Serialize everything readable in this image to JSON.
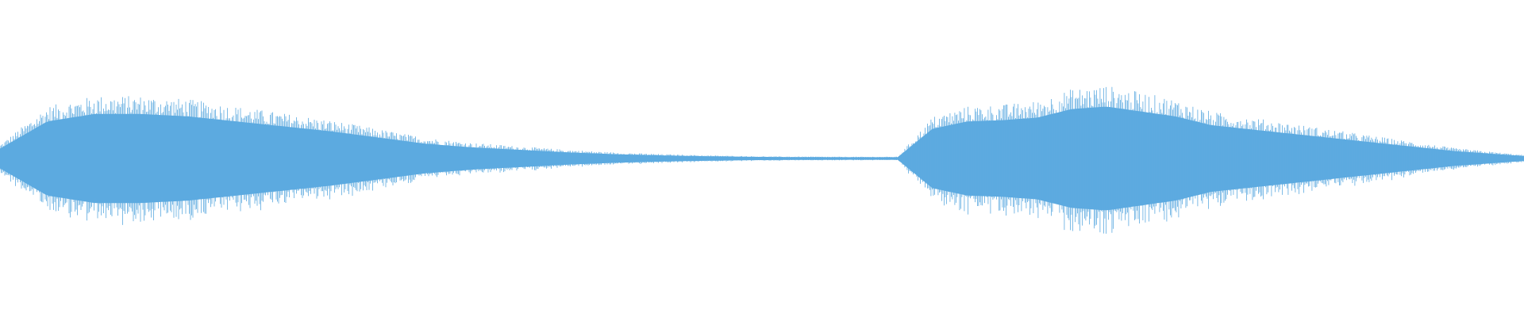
{
  "waveform": {
    "color": "#5DAAE0",
    "segments": [
      {
        "label": "",
        "start_fraction": 0.0,
        "end_fraction": 0.589,
        "amplitude_envelope": [
          0.08,
          0.3,
          0.36,
          0.36,
          0.34,
          0.3,
          0.26,
          0.22,
          0.17,
          0.12,
          0.09,
          0.07,
          0.05,
          0.035,
          0.025,
          0.018,
          0.013,
          0.011,
          0.01,
          0.01
        ]
      },
      {
        "label": "",
        "start_fraction": 0.589,
        "end_fraction": 1.0,
        "amplitude_envelope": [
          0.01,
          0.24,
          0.3,
          0.31,
          0.33,
          0.4,
          0.42,
          0.38,
          0.34,
          0.27,
          0.24,
          0.21,
          0.18,
          0.15,
          0.12,
          0.09,
          0.06,
          0.04,
          0.02
        ]
      }
    ]
  }
}
